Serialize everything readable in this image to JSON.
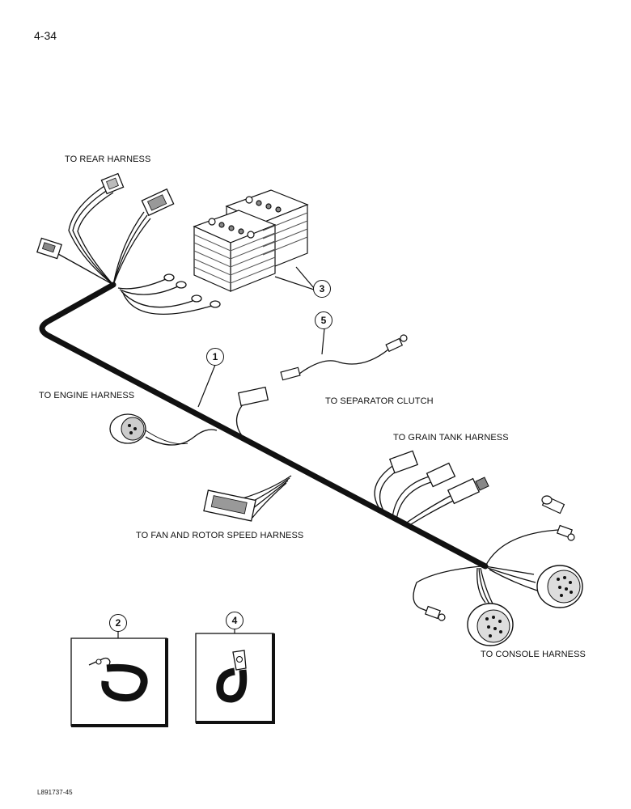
{
  "page": {
    "number": "4-34",
    "figure_id": "L891737-45"
  },
  "labels": {
    "rear_harness": "TO REAR HARNESS",
    "engine_harness": "TO ENGINE HARNESS",
    "separator_clutch": "TO SEPARATOR CLUTCH",
    "grain_tank_harness": "TO GRAIN TANK HARNESS",
    "fan_rotor_speed_harness": "TO FAN AND ROTOR SPEED HARNESS",
    "console_harness": "TO CONSOLE HARNESS"
  },
  "callouts": [
    "1",
    "2",
    "3",
    "4",
    "5"
  ],
  "parts": [
    {
      "callout": "1",
      "icon": "wiring-harness-icon"
    },
    {
      "callout": "2",
      "icon": "p-clamp-icon"
    },
    {
      "callout": "3",
      "icon": "battery-icon"
    },
    {
      "callout": "4",
      "icon": "p-clamp-icon"
    },
    {
      "callout": "5",
      "icon": "connector-lead-icon"
    }
  ]
}
